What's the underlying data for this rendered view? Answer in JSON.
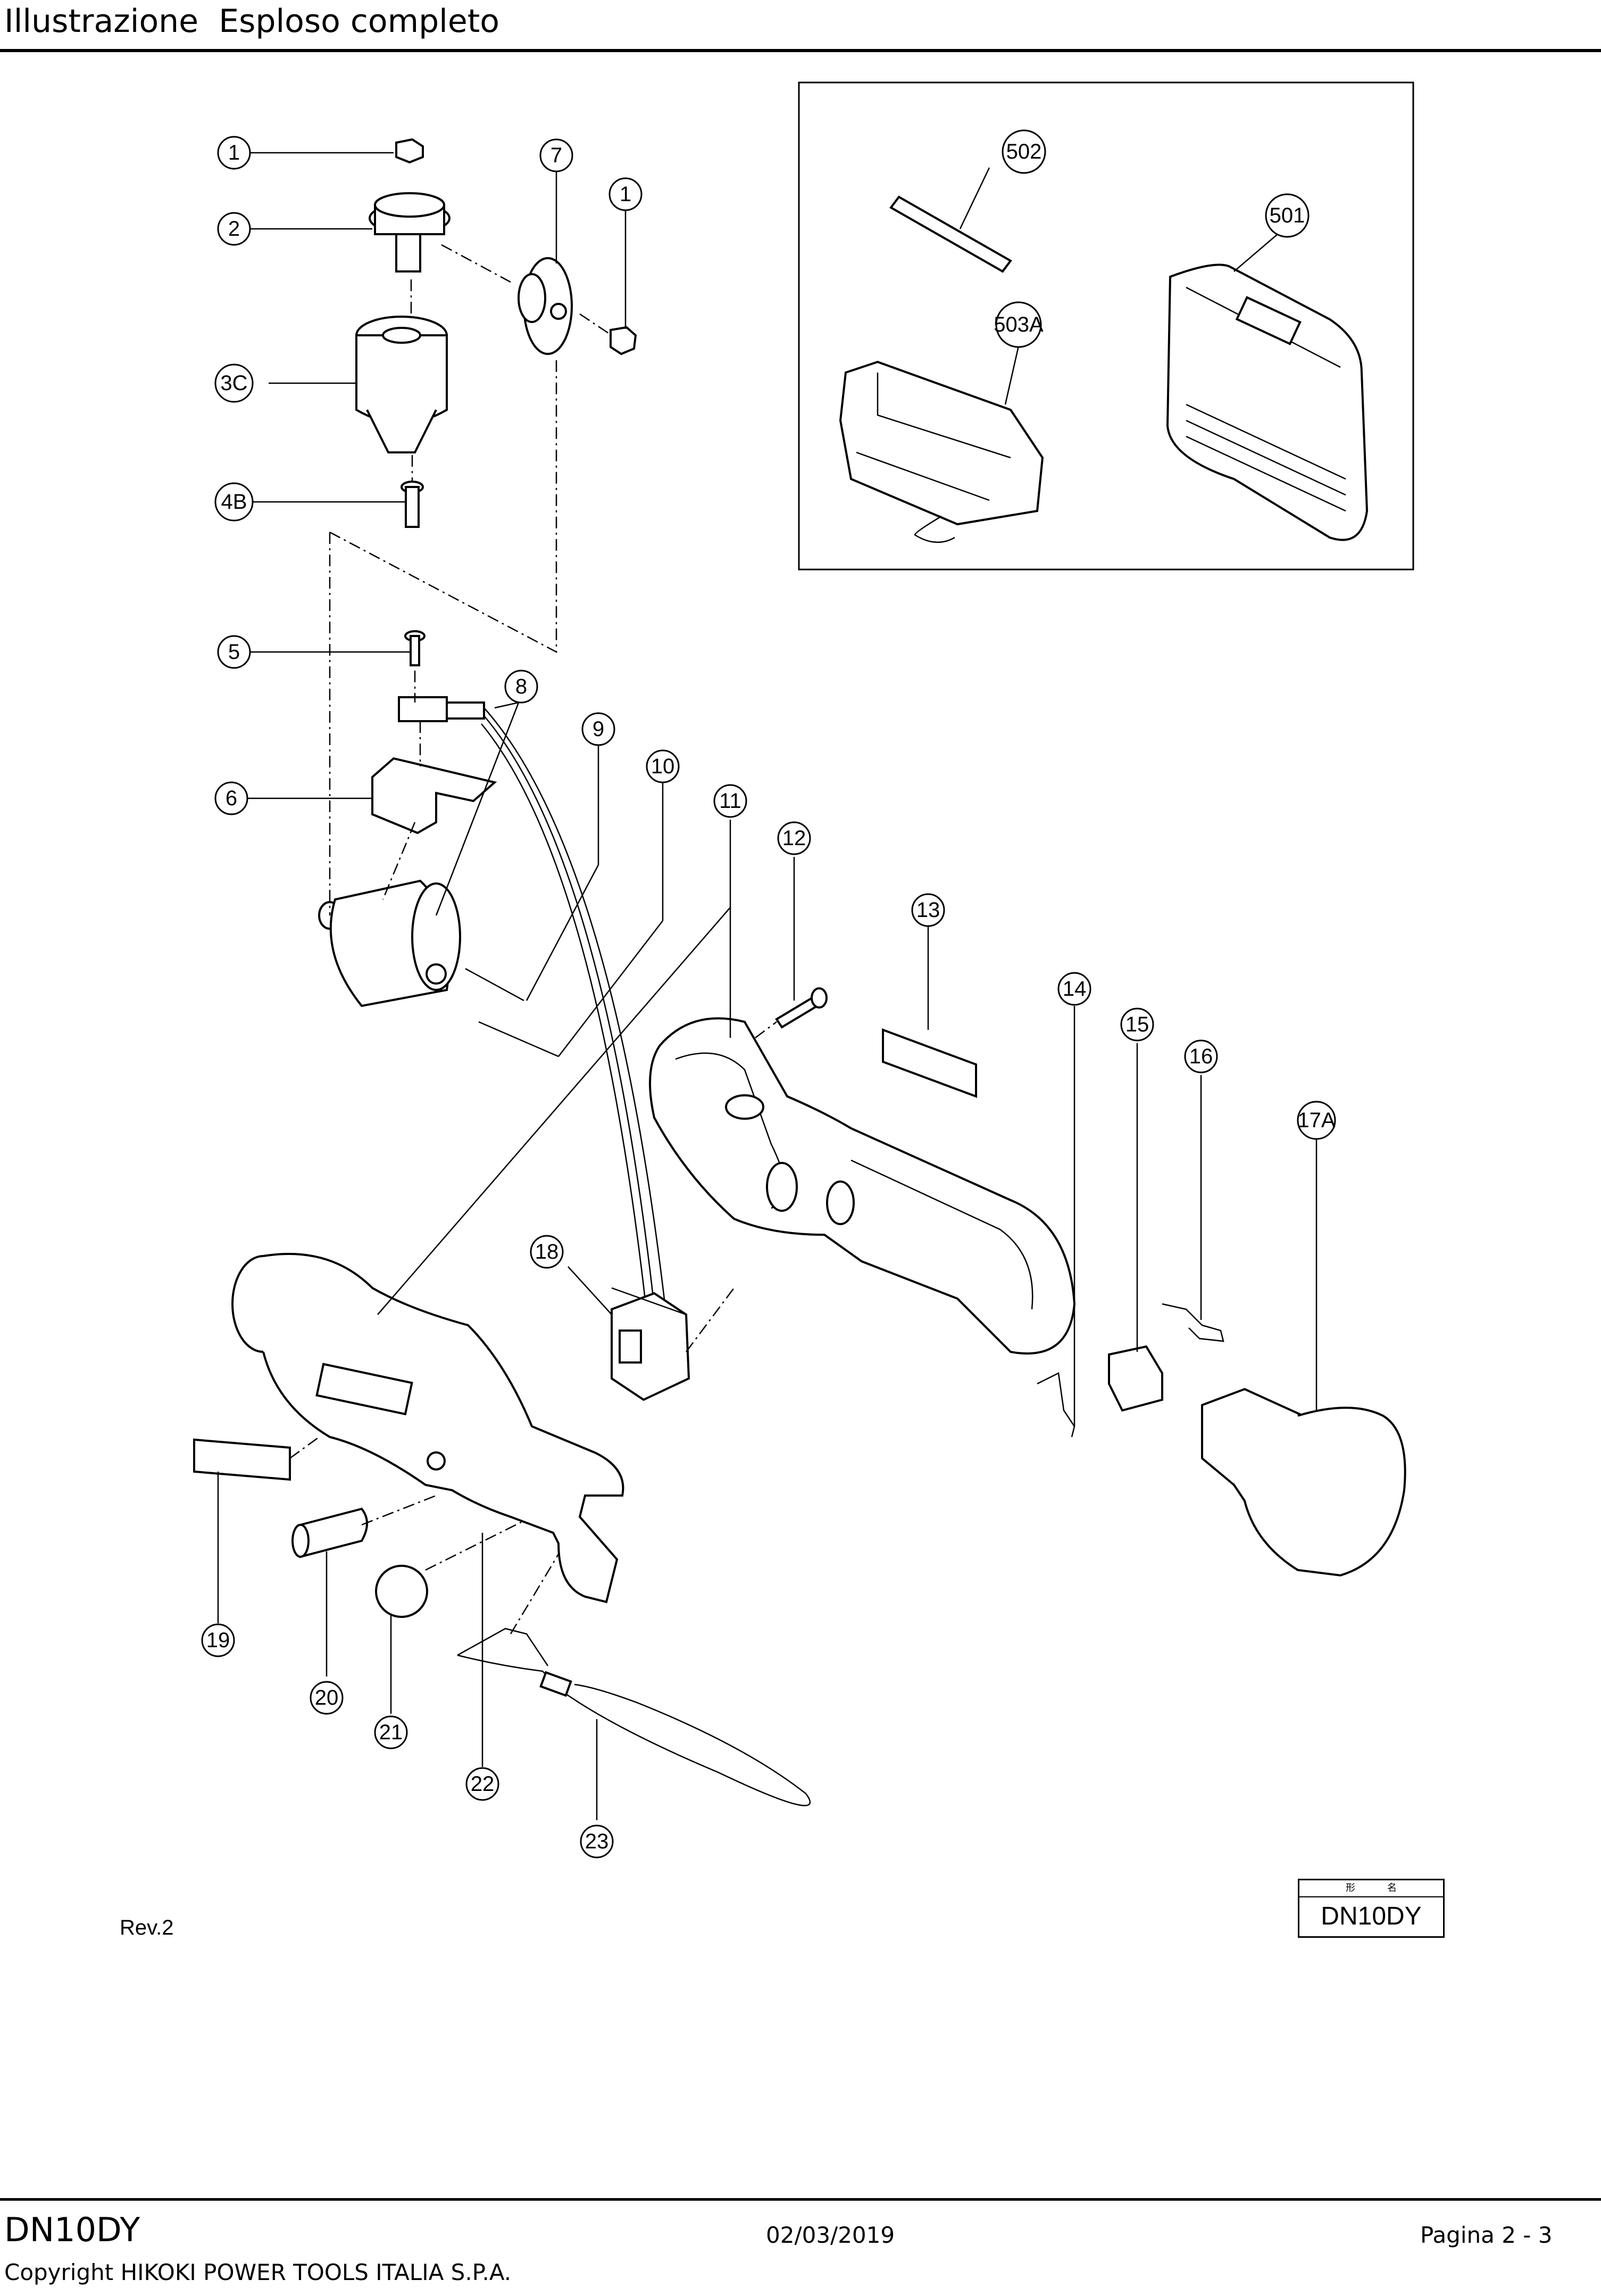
{
  "header": {
    "title": "Illustrazione  Esploso completo"
  },
  "callouts": {
    "c1a": "1",
    "c2": "2",
    "c3c": "3C",
    "c4b": "4B",
    "c7": "7",
    "c1b": "1",
    "c5": "5",
    "c6": "6",
    "c8": "8",
    "c9": "9",
    "c10": "10",
    "c11": "11",
    "c12": "12",
    "c13": "13",
    "c14": "14",
    "c15": "15",
    "c16": "16",
    "c17a": "17A",
    "c18": "18",
    "c19": "19",
    "c20": "20",
    "c21": "21",
    "c22": "22",
    "c23": "23",
    "c502": "502",
    "c501": "501",
    "c503a": "503A"
  },
  "revision": "Rev.2",
  "model_box": {
    "kanji_left": "形",
    "kanji_right": "名",
    "model": "DN10DY"
  },
  "footer": {
    "model": "DN10DY",
    "date": "02/03/2019",
    "page": "Pagina 2 - 3",
    "copyright": "Copyright HIKOKI POWER TOOLS ITALIA S.P.A."
  }
}
